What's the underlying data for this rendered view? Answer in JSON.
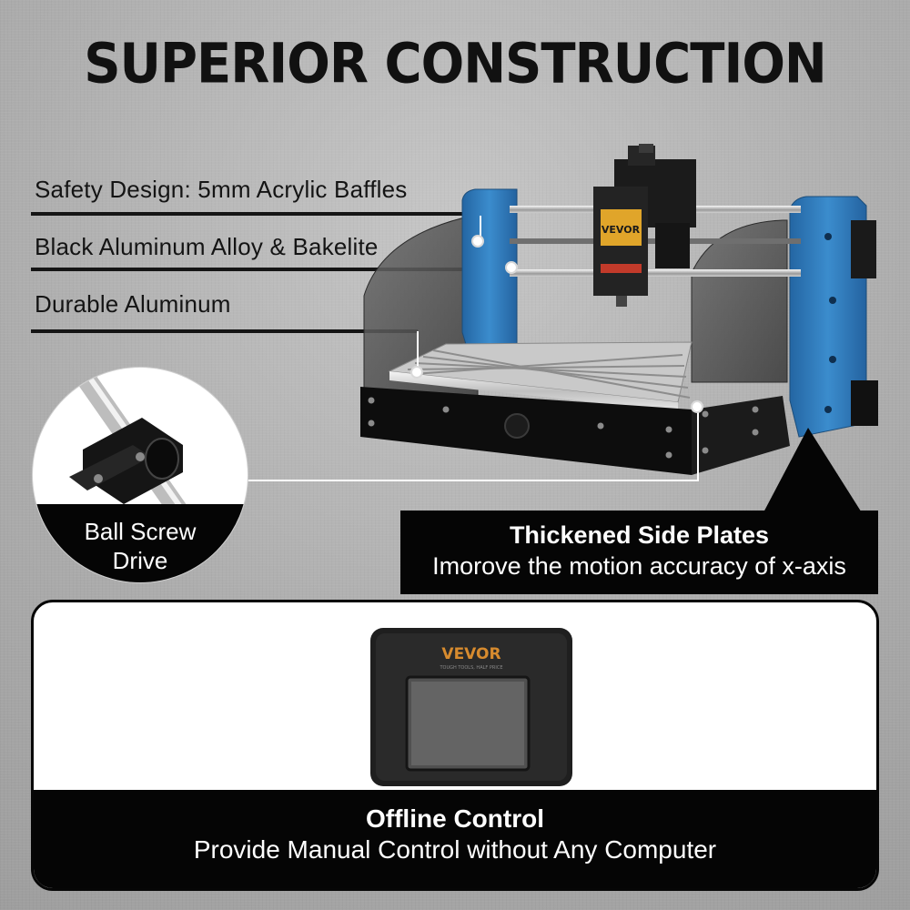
{
  "title": "SUPERIOR CONSTRUCTION",
  "features": [
    {
      "label": "Safety Design: 5mm Acrylic Baffles"
    },
    {
      "label": "Black Aluminum Alloy & Bakelite"
    },
    {
      "label": "Durable Aluminum"
    }
  ],
  "ball_screw": {
    "caption_line1": "Ball Screw",
    "caption_line2": "Drive"
  },
  "side_plates": {
    "title": "Thickened Side Plates",
    "subtitle": "Imorove the motion accuracy of x-axis"
  },
  "offline_control": {
    "title": "Offline Control",
    "subtitle": "Provide Manual Control without Any Computer"
  },
  "branding": {
    "machine_logo": "VEVOR",
    "controller_logo": "VEVOR",
    "controller_tagline": "TOUGH TOOLS, HALF PRICE"
  },
  "colors": {
    "frame_blue": "#2f78b4",
    "acrylic_gray": "#585858",
    "logo_orange": "#d78b2e"
  }
}
